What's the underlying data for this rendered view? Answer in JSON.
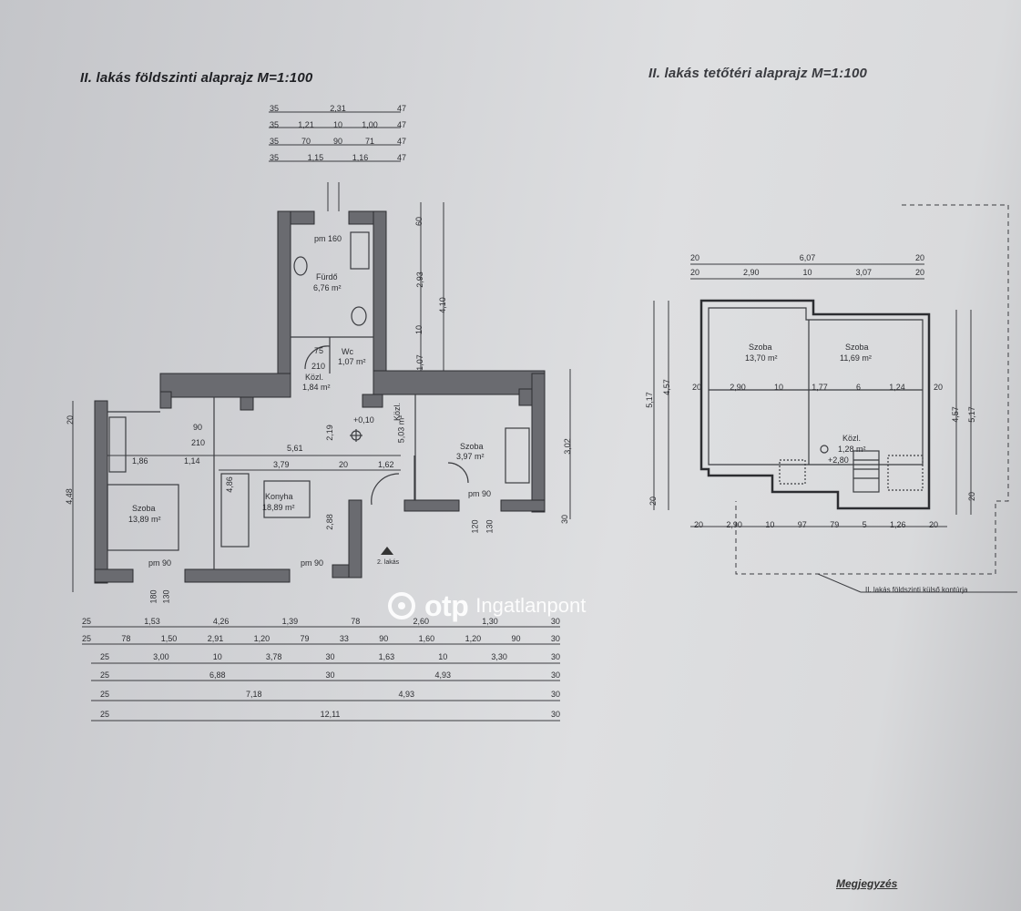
{
  "titles": {
    "ground_floor": "II. lakás földszinti alaprajz  M=1:100",
    "attic_floor": "II. lakás tetőtéri alaprajz  M=1:100"
  },
  "ground_floor": {
    "rooms": [
      {
        "name": "Fürdő",
        "area": "6,76 m²"
      },
      {
        "name": "Wc",
        "area": "1,07 m²"
      },
      {
        "name": "Közl.",
        "area": "1,84 m²"
      },
      {
        "name": "Közl.",
        "area": "5,03 m²"
      },
      {
        "name": "Szoba",
        "area": "13,89 m²"
      },
      {
        "name": "Konyha",
        "area": "18,89 m²"
      },
      {
        "name": "Szoba",
        "area": "3,97 m²"
      }
    ],
    "parapets": [
      "pm 160",
      "pm 90",
      "pm 90",
      "pm 90"
    ],
    "level_mark": "+0,10",
    "entrance_label": "2. lakás",
    "top_dims": [
      [
        "35",
        "2,31",
        "47"
      ],
      [
        "35",
        "1,21",
        "10",
        "1,00",
        "47"
      ],
      [
        "35",
        "70",
        "90",
        "71",
        "47"
      ],
      [
        "35",
        "1,15",
        "1,16",
        "47"
      ]
    ],
    "bottom_dims": [
      [
        "25",
        "1,53",
        "4,26",
        "1,39",
        "78",
        "2,60",
        "1,30",
        "30"
      ],
      [
        "25",
        "78",
        "1,50",
        "2,91",
        "1,20",
        "79",
        "33",
        "90",
        "1,60",
        "1,20",
        "90",
        "30"
      ],
      [
        "25",
        "3,00",
        "10",
        "3,78",
        "30",
        "1,63",
        "10",
        "3,30",
        "30"
      ],
      [
        "25",
        "6,88",
        "30",
        "4,93",
        "30"
      ],
      [
        "25",
        "7,18",
        "4,93",
        "30"
      ],
      [
        "25",
        "12,11",
        "30"
      ]
    ],
    "interior_dims": [
      "5,61",
      "3,79",
      "1,62",
      "1,86",
      "1,14",
      "20",
      "2,19",
      "4,86",
      "2,88",
      "2,93",
      "1,07",
      "10",
      "4,10",
      "3,02",
      "4,48",
      "20",
      "60",
      "30"
    ],
    "openings": [
      "90",
      "210",
      "75",
      "210",
      "120",
      "130",
      "180",
      "130"
    ]
  },
  "attic_floor": {
    "rooms": [
      {
        "name": "Szoba",
        "area": "13,70 m²"
      },
      {
        "name": "Szoba",
        "area": "11,69 m²"
      },
      {
        "name": "Közl.",
        "area": "1,28 m²"
      }
    ],
    "level_mark": "+2,80",
    "top_dims": [
      [
        "20",
        "6,07",
        "20"
      ],
      [
        "20",
        "2,90",
        "10",
        "3,07",
        "20"
      ]
    ],
    "mid_dims": [
      "20",
      "2,90",
      "10",
      "1,77",
      "6",
      "1,24",
      "20"
    ],
    "bottom_dims": [
      "20",
      "2,90",
      "10",
      "97",
      "79",
      "5",
      "1,26",
      "20"
    ],
    "side_dims": [
      "5,17",
      "4,57",
      "20",
      "4,57",
      "5,17",
      "20"
    ],
    "outer_contour_label": "II. lakás földszinti külső kontúrja"
  },
  "watermark": {
    "logo": "otp",
    "brand": "Ingatlanpont"
  },
  "footer_note": "Megjegyzés"
}
